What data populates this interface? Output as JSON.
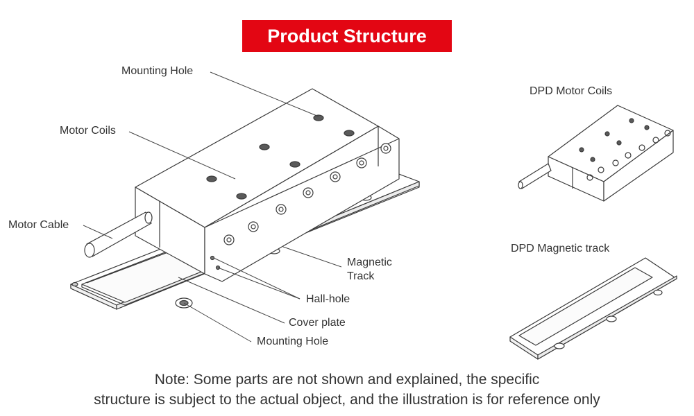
{
  "title": "Product Structure",
  "main_labels": {
    "mounting_hole_top": "Mounting Hole",
    "motor_coils": "Motor Coils",
    "motor_cable": "Motor Cable",
    "magnetic_track": "Magnetic\nTrack",
    "hall_hole": "Hall-hole",
    "cover_plate": "Cover plate",
    "mounting_hole_bottom": "Mounting Hole"
  },
  "side_labels": {
    "dpd_motor_coils": "DPD Motor Coils",
    "dpd_magnetic_track": "DPD Magnetic track"
  },
  "note": {
    "line1": "Note: Some parts are not shown and explained, the specific",
    "line2": "structure is subject to the actual object, and the illustration is for reference only"
  }
}
